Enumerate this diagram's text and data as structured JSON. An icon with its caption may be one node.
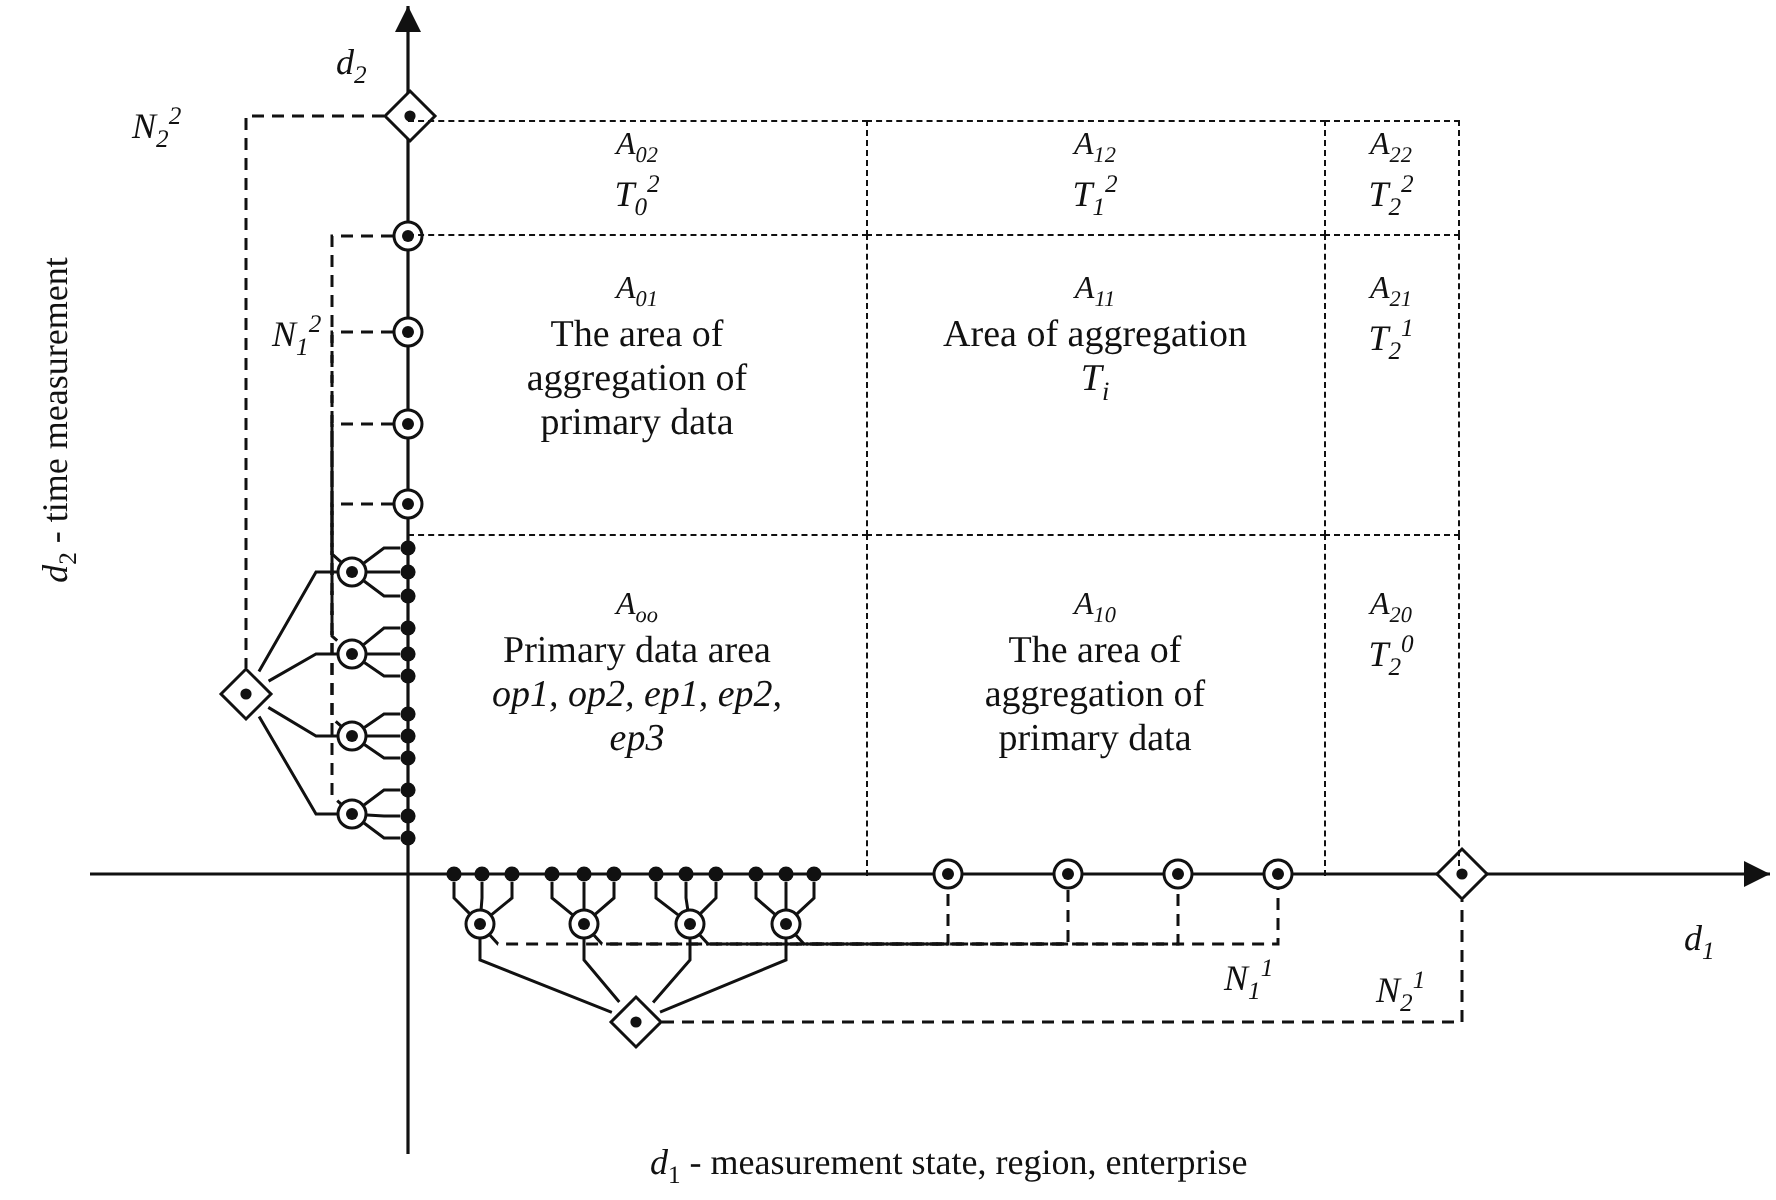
{
  "diagram": {
    "nodes": [
      {
        "text": [
          "A$_{02}$",
          "T$_{0}$$^{2}$"
        ]
      },
      {
        "text": [
          "A$_{12}$",
          "T$_{1}$$^{2}$"
        ]
      },
      {
        "text": [
          "A$_{22}$",
          "T$_{2}$$^{2}$"
        ]
      },
      {
        "text": [
          "A$_{01}$",
          "The area of aggregation of primary data"
        ]
      },
      {
        "text": [
          "A$_{11}$",
          "Area of aggregation",
          "T$_{i}$"
        ]
      },
      {
        "text": [
          "A$_{21}$",
          "T$_{2}$$^{1}$"
        ]
      },
      {
        "text": [
          "A$_{oo}$",
          "Primary data area",
          "op1, op2, ep1, ep2, ep3"
        ]
      },
      {
        "text": [
          "A$_{10}$",
          "The area of aggregation of primary data"
        ]
      },
      {
        "text": [
          "A$_{20}$",
          "T$_{2}$$^{0}$"
        ]
      },
      {
        "text": [],
        "shape": "diamond"
      },
      {
        "text": [],
        "shape": "circle"
      },
      {
        "text": [],
        "shape": "circle"
      },
      {
        "text": [],
        "shape": "circle"
      },
      {
        "text": [],
        "shape": "circle"
      },
      {
        "text": [],
        "shape": "diamond"
      },
      {
        "text": [],
        "shape": "circle"
      },
      {
        "text": [],
        "shape": "circle"
      },
      {
        "text": [],
        "shape": "circle"
      },
      {
        "text": [],
        "shape": "circle"
      },
      {
        "text": [],
        "shape": "dot"
      },
      {
        "text": [],
        "shape": "dot"
      },
      {
        "text": [],
        "shape": "dot"
      },
      {
        "text": [],
        "shape": "dot"
      },
      {
        "text": [],
        "shape": "dot"
      },
      {
        "text": [],
        "shape": "dot"
      },
      {
        "text": [],
        "shape": "dot"
      },
      {
        "text": [],
        "shape": "dot"
      },
      {
        "text": [],
        "shape": "dot"
      },
      {
        "text": [],
        "shape": "dot"
      },
      {
        "text": [],
        "shape": "dot"
      },
      {
        "text": [],
        "shape": "dot"
      },
      {
        "text": [],
        "shape": "diamond"
      },
      {
        "text": [],
        "shape": "circle"
      },
      {
        "text": [],
        "shape": "circle"
      },
      {
        "text": [],
        "shape": "circle"
      },
      {
        "text": [],
        "shape": "circle"
      },
      {
        "text": [],
        "shape": "dot"
      },
      {
        "text": [],
        "shape": "dot"
      },
      {
        "text": [],
        "shape": "dot"
      },
      {
        "text": [],
        "shape": "dot"
      },
      {
        "text": [],
        "shape": "dot"
      },
      {
        "text": [],
        "shape": "dot"
      },
      {
        "text": [],
        "shape": "dot"
      },
      {
        "text": [],
        "shape": "dot"
      },
      {
        "text": [],
        "shape": "dot"
      },
      {
        "text": [],
        "shape": "dot"
      },
      {
        "text": [],
        "shape": "dot"
      },
      {
        "text": [],
        "shape": "dot"
      },
      {
        "text": [],
        "shape": "circle"
      },
      {
        "text": [],
        "shape": "circle"
      },
      {
        "text": [],
        "shape": "circle"
      },
      {
        "text": [],
        "shape": "circle"
      },
      {
        "text": [],
        "shape": "diamond"
      }
    ],
    "edges": [
      {
        "from": 14,
        "to": 15,
        "arrow": "none"
      },
      {
        "from": 14,
        "to": 16,
        "arrow": "none"
      },
      {
        "from": 14,
        "to": 17,
        "arrow": "none"
      },
      {
        "from": 14,
        "to": 18,
        "arrow": "none"
      },
      {
        "from": 15,
        "to": 19,
        "arrow": "none"
      },
      {
        "from": 15,
        "to": 20,
        "arrow": "none"
      },
      {
        "from": 15,
        "to": 21,
        "arrow": "none"
      },
      {
        "from": 16,
        "to": 22,
        "arrow": "none"
      },
      {
        "from": 16,
        "to": 23,
        "arrow": "none"
      },
      {
        "from": 16,
        "to": 24,
        "arrow": "none"
      },
      {
        "from": 17,
        "to": 25,
        "arrow": "none"
      },
      {
        "from": 17,
        "to": 26,
        "arrow": "none"
      },
      {
        "from": 17,
        "to": 27,
        "arrow": "none"
      },
      {
        "from": 18,
        "to": 28,
        "arrow": "none"
      },
      {
        "from": 18,
        "to": 29,
        "arrow": "none"
      },
      {
        "from": 18,
        "to": 30,
        "arrow": "none"
      },
      {
        "from": 31,
        "to": 32,
        "arrow": "none"
      },
      {
        "from": 31,
        "to": 33,
        "arrow": "none"
      },
      {
        "from": 31,
        "to": 34,
        "arrow": "none"
      },
      {
        "from": 31,
        "to": 35,
        "arrow": "none"
      },
      {
        "from": 32,
        "to": 36,
        "arrow": "none"
      },
      {
        "from": 32,
        "to": 37,
        "arrow": "none"
      },
      {
        "from": 32,
        "to": 38,
        "arrow": "none"
      },
      {
        "from": 33,
        "to": 39,
        "arrow": "none"
      },
      {
        "from": 33,
        "to": 40,
        "arrow": "none"
      },
      {
        "from": 33,
        "to": 41,
        "arrow": "none"
      },
      {
        "from": 34,
        "to": 42,
        "arrow": "none"
      },
      {
        "from": 34,
        "to": 43,
        "arrow": "none"
      },
      {
        "from": 34,
        "to": 44,
        "arrow": "none"
      },
      {
        "from": 35,
        "to": 45,
        "arrow": "none"
      },
      {
        "from": 35,
        "to": 46,
        "arrow": "none"
      },
      {
        "from": 35,
        "to": 47,
        "arrow": "none"
      },
      {
        "from": 9,
        "to": 14,
        "arrow": "none",
        "style": "dashed"
      },
      {
        "from": 10,
        "to": 15,
        "arrow": "none",
        "style": "dashed"
      },
      {
        "from": 11,
        "to": 16,
        "arrow": "none",
        "style": "dashed"
      },
      {
        "from": 12,
        "to": 17,
        "arrow": "none",
        "style": "dashed"
      },
      {
        "from": 13,
        "to": 18,
        "arrow": "none",
        "style": "dashed"
      },
      {
        "from": 32,
        "to": 48,
        "arrow": "none",
        "style": "dashed"
      },
      {
        "from": 33,
        "to": 49,
        "arrow": "none",
        "style": "dashed"
      },
      {
        "from": 34,
        "to": 50,
        "arrow": "none",
        "style": "dashed"
      },
      {
        "from": 35,
        "to": 51,
        "arrow": "none",
        "style": "dashed"
      },
      {
        "from": 31,
        "to": 52,
        "arrow": "none",
        "style": "dashed"
      }
    ],
    "labels": [
      "d$_{2}$",
      "N$_{2}$$^{2}$",
      "N$_{1}$$^{2}$",
      "*d*$_{2}$ - time measurement",
      "N$_{1}$$^{1}$",
      "d$_{1}$",
      "N$_{2}$$^{1}$",
      "*d*$_{1}$ - measurement state, region, enterprise"
    ]
  }
}
